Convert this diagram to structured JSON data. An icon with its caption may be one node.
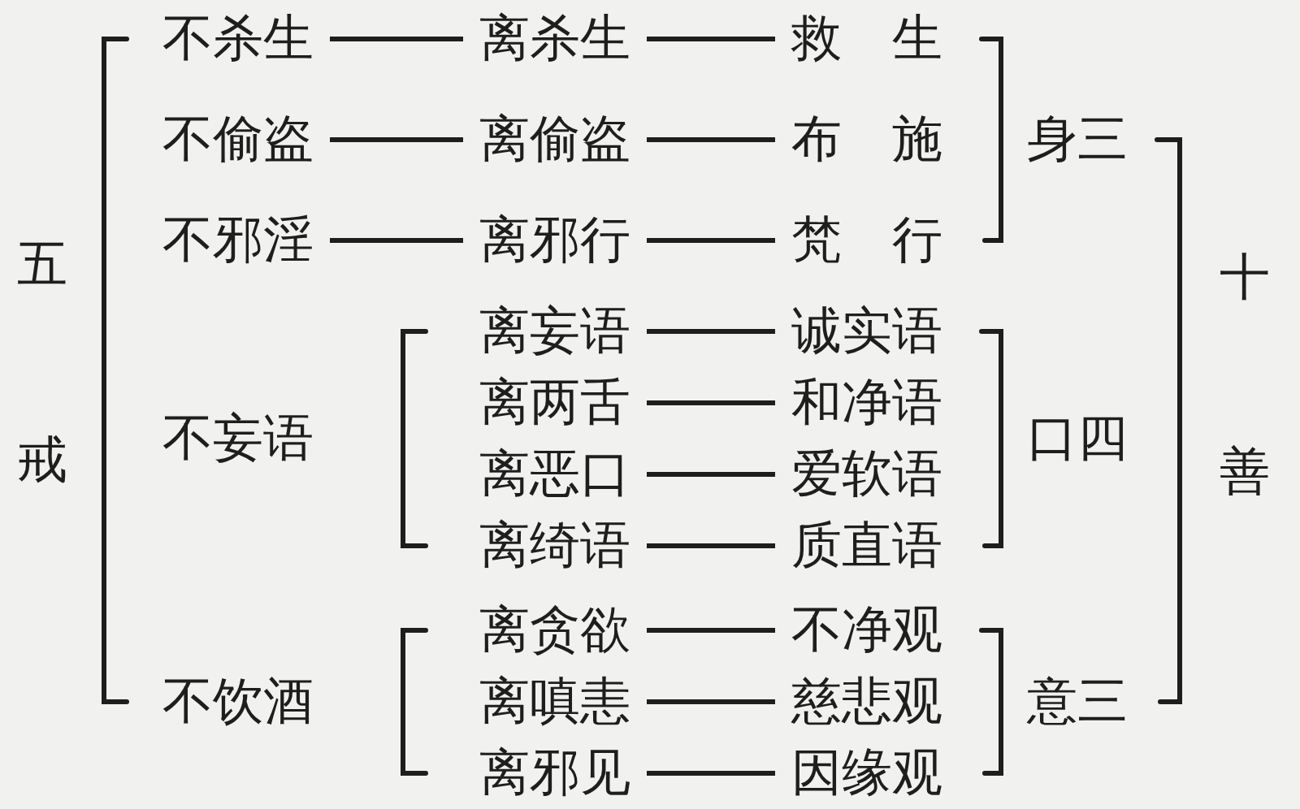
{
  "diagram": {
    "nodes": [
      {
        "text": [
          "不杀生"
        ]
      },
      {
        "text": [
          "离杀生"
        ]
      },
      {
        "text": [
          "救生"
        ]
      },
      {
        "text": [
          "不偷盗"
        ]
      },
      {
        "text": [
          "离偷盗"
        ]
      },
      {
        "text": [
          "布施"
        ]
      },
      {
        "text": [
          "不邪淫"
        ]
      },
      {
        "text": [
          "离邪行"
        ]
      },
      {
        "text": [
          "梵行"
        ]
      },
      {
        "text": [
          "不妄语"
        ]
      },
      {
        "text": [
          "离妄语"
        ]
      },
      {
        "text": [
          "诚实语"
        ]
      },
      {
        "text": [
          "离两舌"
        ]
      },
      {
        "text": [
          "和净语"
        ]
      },
      {
        "text": [
          "离恶口"
        ]
      },
      {
        "text": [
          "爱软语"
        ]
      },
      {
        "text": [
          "离绮语"
        ]
      },
      {
        "text": [
          "质直语"
        ]
      },
      {
        "text": [
          "不饮酒"
        ]
      },
      {
        "text": [
          "离贪欲"
        ]
      },
      {
        "text": [
          "不净观"
        ]
      },
      {
        "text": [
          "离嗔恚"
        ]
      },
      {
        "text": [
          "慈悲观"
        ]
      },
      {
        "text": [
          "离邪见"
        ]
      },
      {
        "text": [
          "因缘观"
        ]
      }
    ],
    "edges": [
      {
        "from": 0,
        "to": 1,
        "arrow": "none"
      },
      {
        "from": 1,
        "to": 2,
        "arrow": "none"
      },
      {
        "from": 3,
        "to": 4,
        "arrow": "none"
      },
      {
        "from": 4,
        "to": 5,
        "arrow": "none"
      },
      {
        "from": 6,
        "to": 7,
        "arrow": "none"
      },
      {
        "from": 7,
        "to": 8,
        "arrow": "none"
      },
      {
        "from": 10,
        "to": 11,
        "arrow": "none"
      },
      {
        "from": 12,
        "to": 13,
        "arrow": "none"
      },
      {
        "from": 14,
        "to": 15,
        "arrow": "none"
      },
      {
        "from": 16,
        "to": 17,
        "arrow": "none"
      },
      {
        "from": 19,
        "to": 20,
        "arrow": "none"
      },
      {
        "from": 21,
        "to": 22,
        "arrow": "none"
      },
      {
        "from": 23,
        "to": 24,
        "arrow": "none"
      }
    ],
    "labels": [
      "五戒",
      "身三",
      "口四",
      "意三",
      "十善"
    ]
  }
}
